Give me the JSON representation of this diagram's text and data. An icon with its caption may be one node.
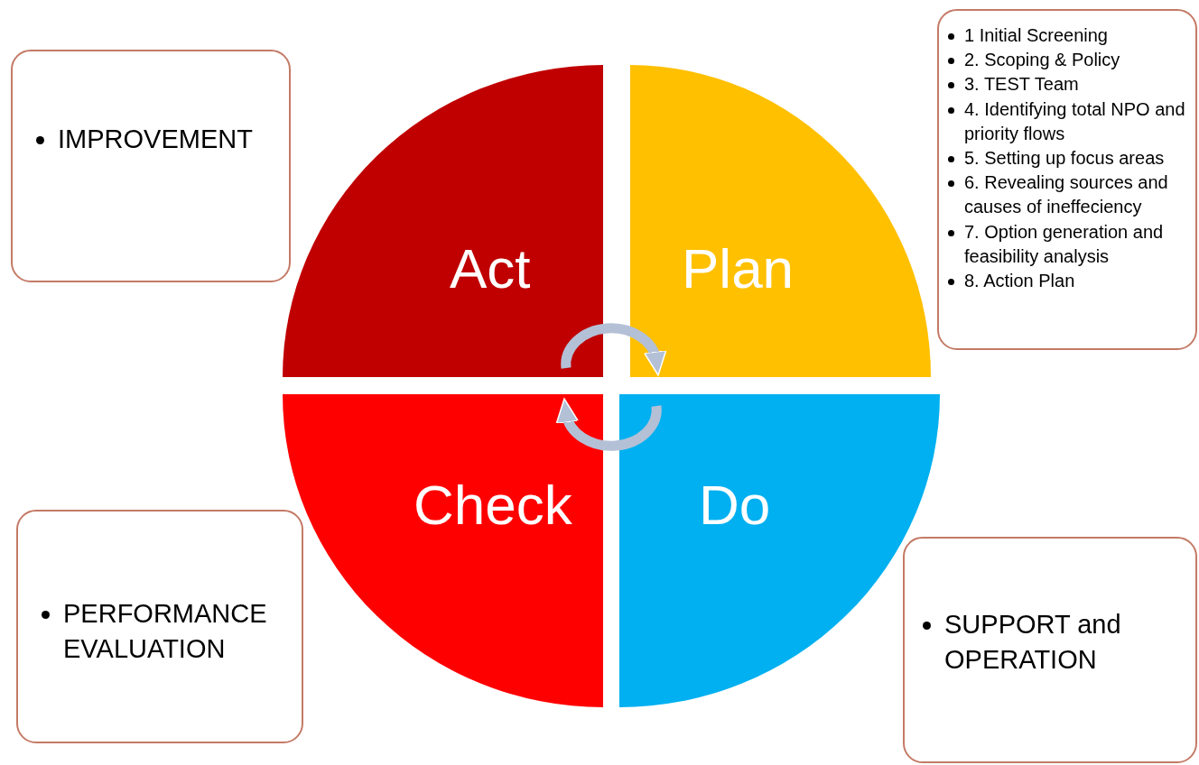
{
  "diagram": {
    "nodes": [
      {
        "text": [
          "IMPROVEMENT"
        ]
      },
      {
        "text": [
          "1 Initial Screening",
          "2. Scoping & Policy",
          "3.  TEST Team",
          "4. Identifying total NPO and priority flows",
          "5. Setting up focus areas",
          "6. Revealing sources and causes of ineffeciency",
          "7. Option generation and feasibility analysis",
          "8. Action Plan"
        ]
      },
      {
        "text": [
          "Act"
        ]
      },
      {
        "text": [
          "Plan"
        ]
      },
      {
        "text": [
          "Check"
        ]
      },
      {
        "text": [
          "Do"
        ]
      },
      {
        "text": [
          "PERFORMANCE EVALUATION"
        ]
      },
      {
        "text": [
          "SUPPORT and OPERATION"
        ]
      }
    ],
    "edges": [
      {
        "from": 2,
        "to": 3,
        "arrow": "to"
      },
      {
        "from": 5,
        "to": 4,
        "arrow": "to"
      }
    ]
  }
}
